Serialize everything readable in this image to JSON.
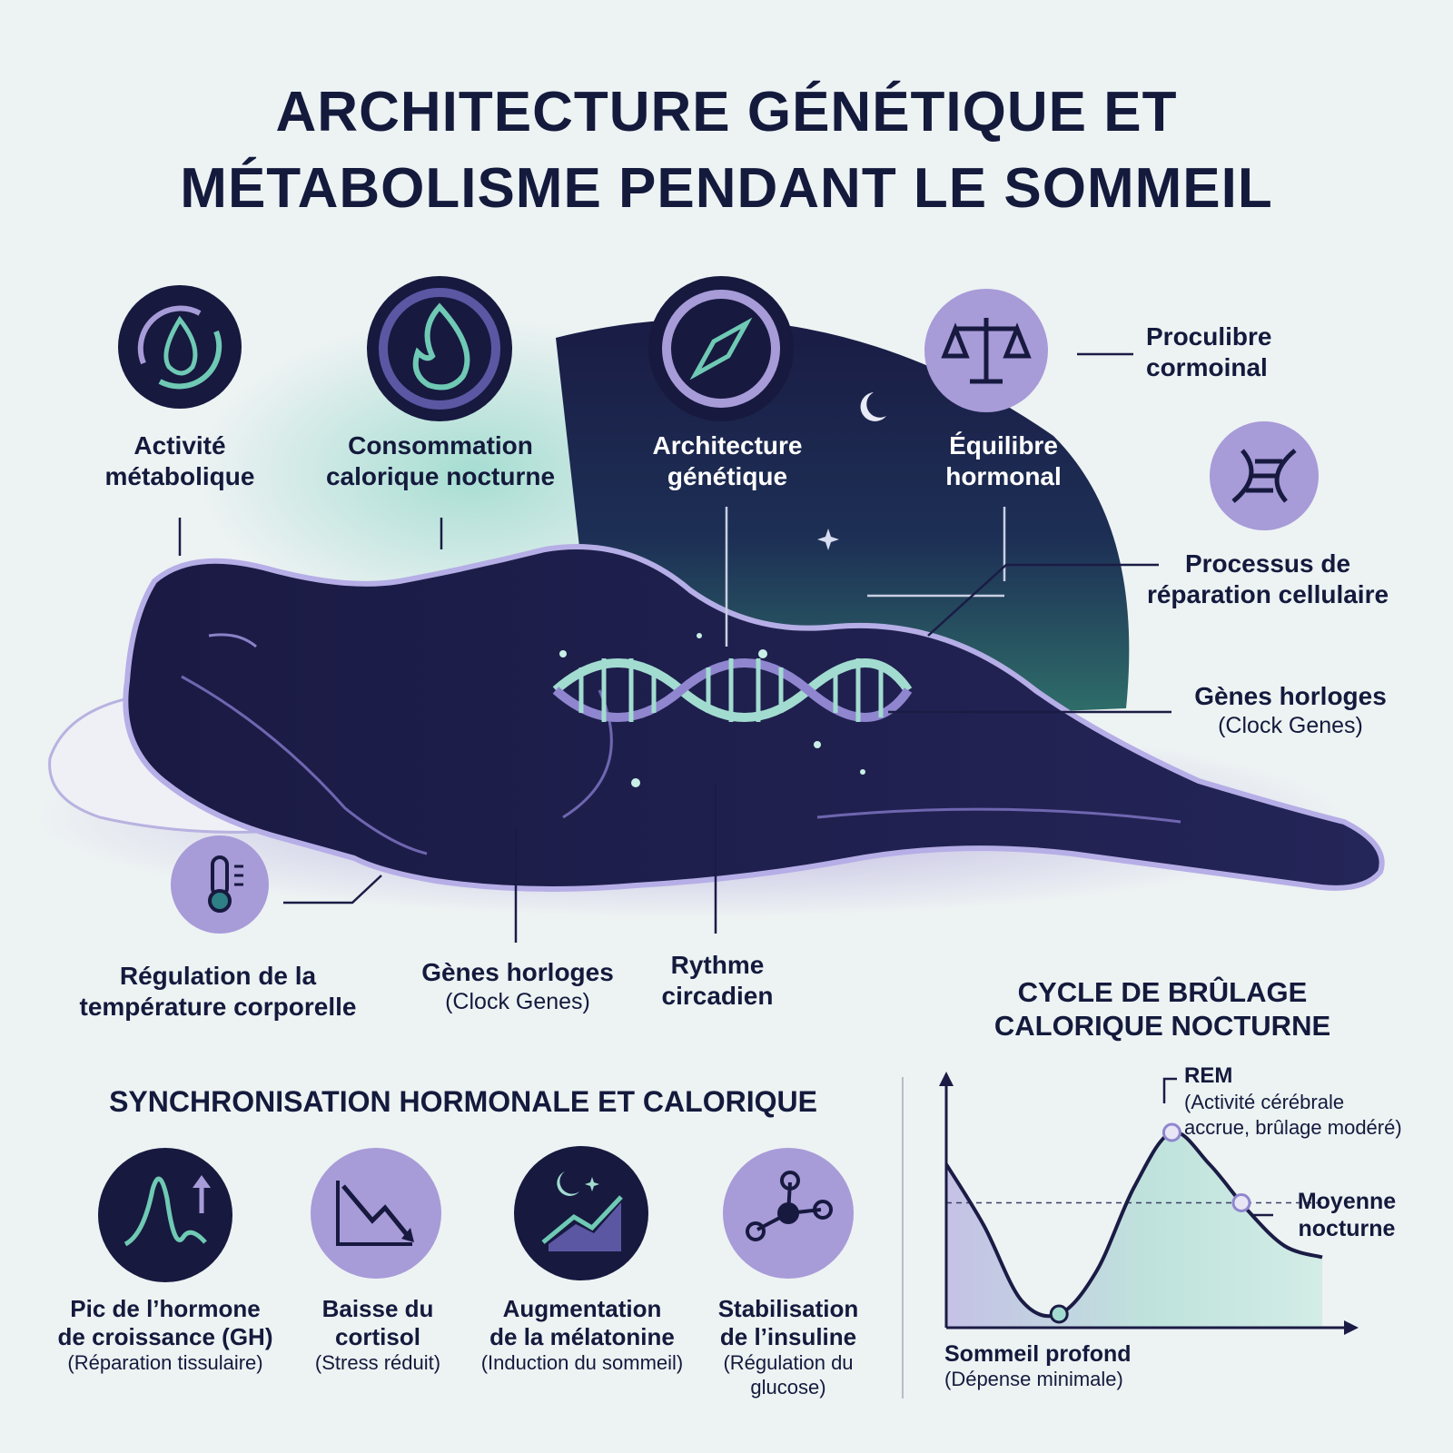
{
  "title": {
    "line1": "ARCHITECTURE GÉNÉTIQUE ET",
    "line2": "MÉTABOLISME PENDANT LE SOMMEIL"
  },
  "top_labels": [
    {
      "l1": "Activité",
      "l2": "métabolique",
      "icon": "metabolism-flame-cycle-icon"
    },
    {
      "l1": "Consommation",
      "l2": "calorique nocturne",
      "icon": "flame-icon"
    },
    {
      "l1": "Architecture",
      "l2": "génétique",
      "icon": "compass-icon"
    },
    {
      "l1": "Équilibre",
      "l2": "hormonal"
    }
  ],
  "right_labels": {
    "scale": {
      "l1": "Proculibre",
      "l2": "cormoinal",
      "icon": "balance-scale-icon"
    },
    "repair": {
      "l1": "Processus de",
      "l2": "réparation cellulaire",
      "icon": "dna-icon"
    },
    "clock": {
      "l1": "Gènes horloges",
      "l2": "(Clock Genes)"
    }
  },
  "bottom_labels": {
    "temperature": {
      "l1": "Régulation de la",
      "l2": "température corporelle",
      "icon": "thermometer-icon"
    },
    "clock": {
      "l1": "Gènes horloges",
      "l2": "(Clock Genes)"
    },
    "circadian": {
      "l1": "Rythme",
      "l2": "circadien"
    }
  },
  "hormones": {
    "title": "SYNCHRONISATION HORMONALE ET CALORIQUE",
    "items": [
      {
        "l1": "Pic de l’hormone",
        "l2": "de croissance (GH)",
        "l3": "(Réparation tissulaire)",
        "l4": "",
        "icon": "growth-peak-icon"
      },
      {
        "l1": "Baisse du",
        "l2": "cortisol",
        "l3": "(Stress réduit)",
        "l4": "",
        "icon": "decline-chart-icon"
      },
      {
        "l1": "Augmentation",
        "l2": "de la mélatonine",
        "l3": "(Induction du sommeil)",
        "l4": "",
        "icon": "moon-rise-icon"
      },
      {
        "l1": "Stabilisation",
        "l2": "de l’insuline",
        "l3": "(Régulation du",
        "l4": "glucose)",
        "icon": "molecule-icon"
      }
    ]
  },
  "chart": {
    "title_l1": "CYCLE DE BRÛLAGE",
    "title_l2": "CALORIQUE NOCTURNE",
    "rem_title": "REM",
    "rem_l2": "(Activité cérébrale",
    "rem_l3": "accrue, brûlage modéré)",
    "avg_l1": "Moyenne",
    "avg_l2": "nocturne",
    "deep_title": "Sommeil profond",
    "deep_sub": "(Dépense minimale)"
  },
  "chart_data": {
    "type": "area",
    "title": "CYCLE DE BRÛLAGE CALORIQUE NOCTURNE",
    "xlabel": "",
    "ylabel": "",
    "x": [
      0,
      1,
      2,
      3,
      4,
      5,
      6,
      7,
      8,
      9,
      10
    ],
    "series": [
      {
        "values": [
          0.72,
          0.45,
          0.12,
          0.06,
          0.25,
          0.62,
          0.86,
          0.72,
          0.52,
          0.36,
          0.31
        ]
      }
    ],
    "reference_lines": [
      {
        "label": "Moyenne nocturne",
        "value": 0.55
      }
    ],
    "annotations": [
      "REM",
      "Moyenne nocturne",
      "Sommeil profond"
    ],
    "grid": false
  },
  "colors": {
    "navy": "#17193f",
    "lavender": "#a79bd8",
    "mint": "#a2dcd0",
    "teal": "#6fc9b4",
    "background": "#edf2f3"
  }
}
